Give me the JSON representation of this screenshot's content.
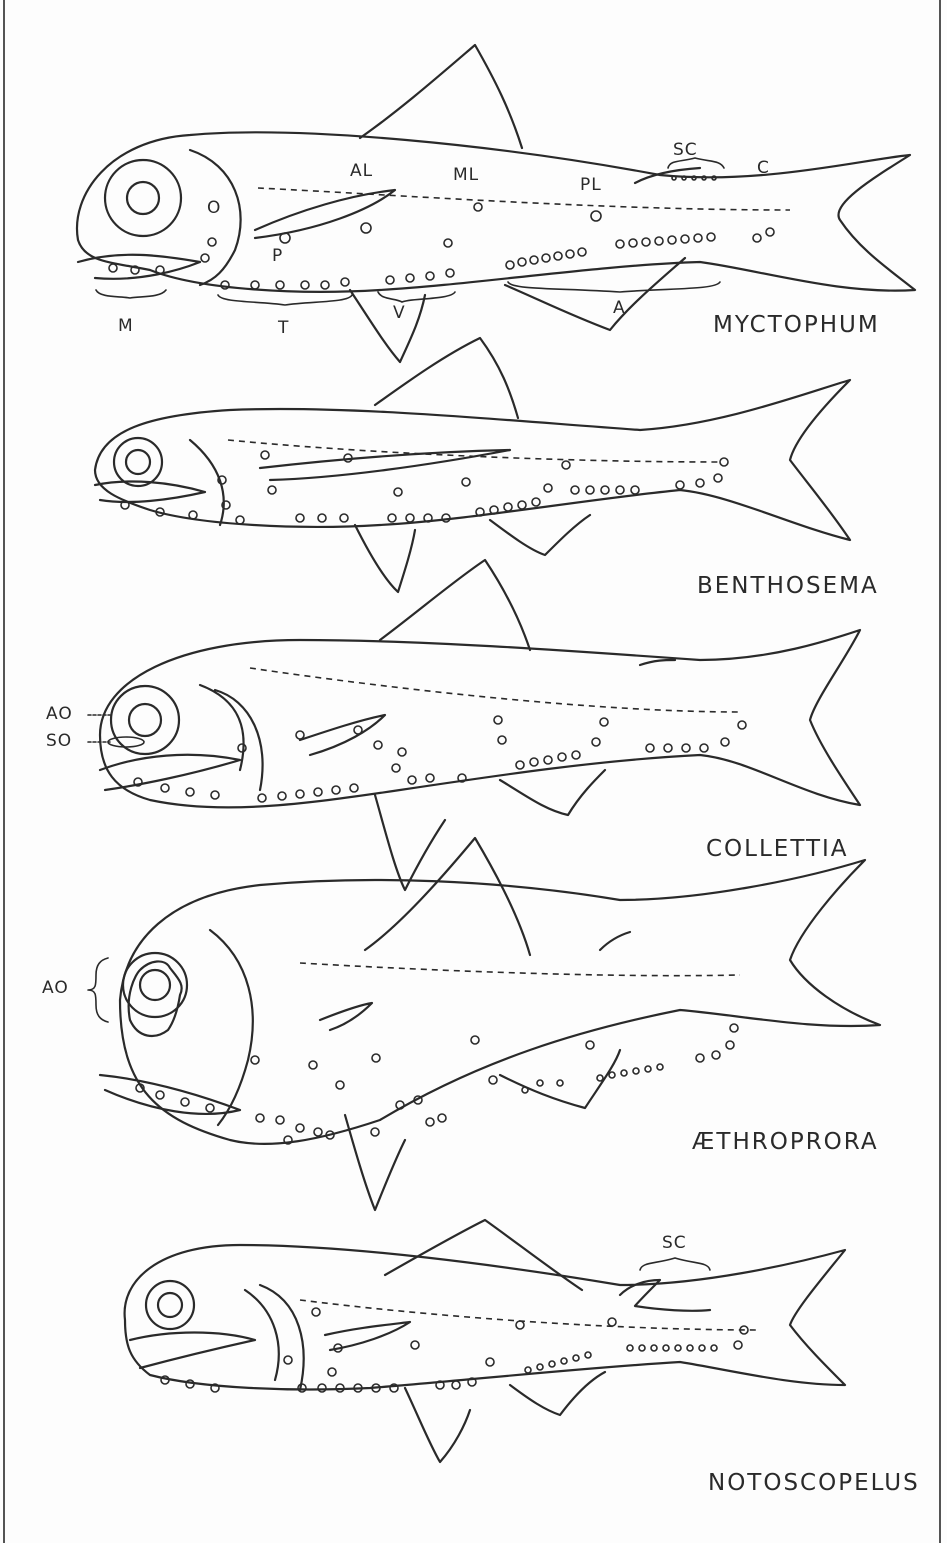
{
  "species": {
    "myctophum": "MYCTOPHUM",
    "benthosema": "BENTHOSEMA",
    "collettia": "COLLETTIA",
    "aethroprora": "ÆTHROPRORA",
    "notoscopelus": "NOTOSCOPELUS"
  },
  "labels": {
    "al": "AL",
    "ml": "ML",
    "pl": "PL",
    "sc": "SC",
    "c": "C",
    "o": "O",
    "p": "P",
    "m": "M",
    "t": "T",
    "v": "V",
    "a": "A",
    "ao": "AO",
    "so": "SO",
    "ao2": "AO",
    "sc2": "SC"
  },
  "colors": {
    "ink": "#2a2a2a",
    "paper": "#fdfdfd"
  }
}
